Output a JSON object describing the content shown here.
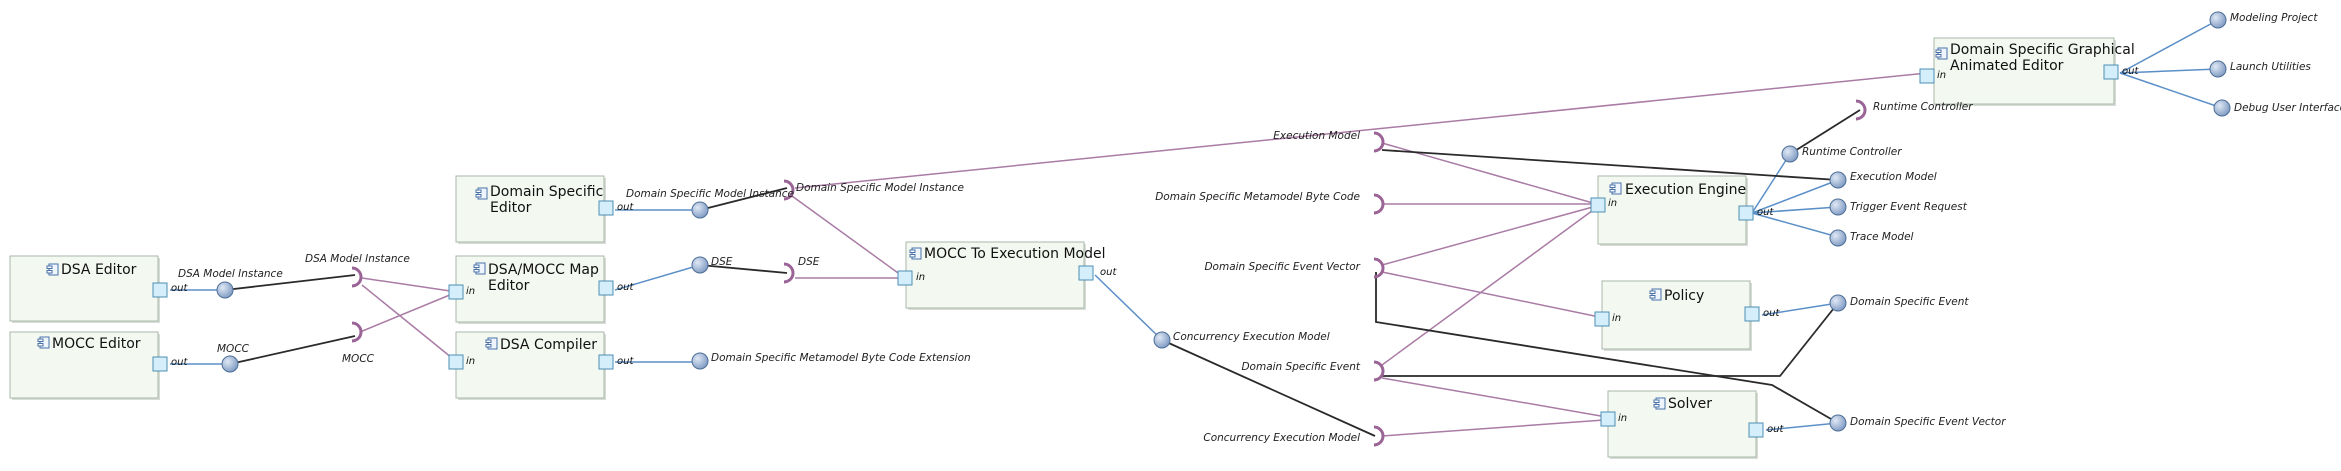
{
  "components": {
    "dsa_editor": {
      "title": "DSA Editor",
      "port": "out"
    },
    "mocc_editor": {
      "title": "MOCC Editor",
      "port": "out"
    },
    "domain_specific_editor": {
      "title_l1": "Domain Specific",
      "title_l2": "Editor",
      "port": "out"
    },
    "dsa_mocc_map_editor": {
      "title_l1": "DSA/MOCC Map",
      "title_l2": "Editor",
      "port_in": "in",
      "port_out": "out"
    },
    "dsa_compiler": {
      "title": "DSA Compiler",
      "port_in": "in",
      "port_out": "out"
    },
    "mocc_to_execution_model": {
      "title": "MOCC To Execution Model",
      "port_in": "in",
      "port_out": "out"
    },
    "execution_engine": {
      "title": "Execution Engine",
      "port_in": "in",
      "port_out": "out"
    },
    "policy": {
      "title": "Policy",
      "port_in": "in",
      "port_out": "out"
    },
    "solver": {
      "title": "Solver",
      "port_in": "in",
      "port_out": "out"
    },
    "graphical_editor": {
      "title_l1": "Domain Specific Graphical",
      "title_l2": "Animated Editor",
      "port_in": "in",
      "port_out": "out"
    }
  },
  "provided_labels": {
    "dsa_model_instance": "DSA Model Instance",
    "mocc": "MOCC",
    "domain_specific_model_instance": "Domain Specific Model Instance",
    "dse": "DSE",
    "dsmm_byte_code_ext": "Domain Specific Metamodel Byte Code Extension",
    "concurrency_execution_model": "Concurrency Execution Model",
    "runtime_controller": "Runtime Controller",
    "execution_model": "Execution Model",
    "trigger_event_request": "Trigger Event Request",
    "trace_model": "Trace Model",
    "domain_specific_event": "Domain Specific Event",
    "domain_specific_event_vector": "Domain Specific Event Vector",
    "modeling_project": "Modeling Project",
    "launch_utilities": "Launch Utilities",
    "debug_user_interface": "Debug User Interface"
  },
  "required_labels": {
    "dsa_model_instance": "DSA Model Instance",
    "mocc": "MOCC",
    "domain_specific_model_instance": "Domain Specific Model Instance",
    "dse": "DSE",
    "execution_model": "Execution Model",
    "dsmm_byte_code": "Domain Specific Metamodel Byte Code",
    "domain_specific_event_vector": "Domain Specific Event Vector",
    "domain_specific_event": "Domain Specific Event",
    "concurrency_execution_model": "Concurrency Execution Model",
    "runtime_controller": "Runtime Controller"
  },
  "colors": {
    "component_fill": "#f3f8f1",
    "port_fill": "#d4eefb",
    "provided_ball": "#8fa8cc",
    "required_socket": "#9b6496",
    "assembly_link": "#2a2a2a",
    "provided_link": "#5b8fc8",
    "required_link": "#a97ba5"
  }
}
